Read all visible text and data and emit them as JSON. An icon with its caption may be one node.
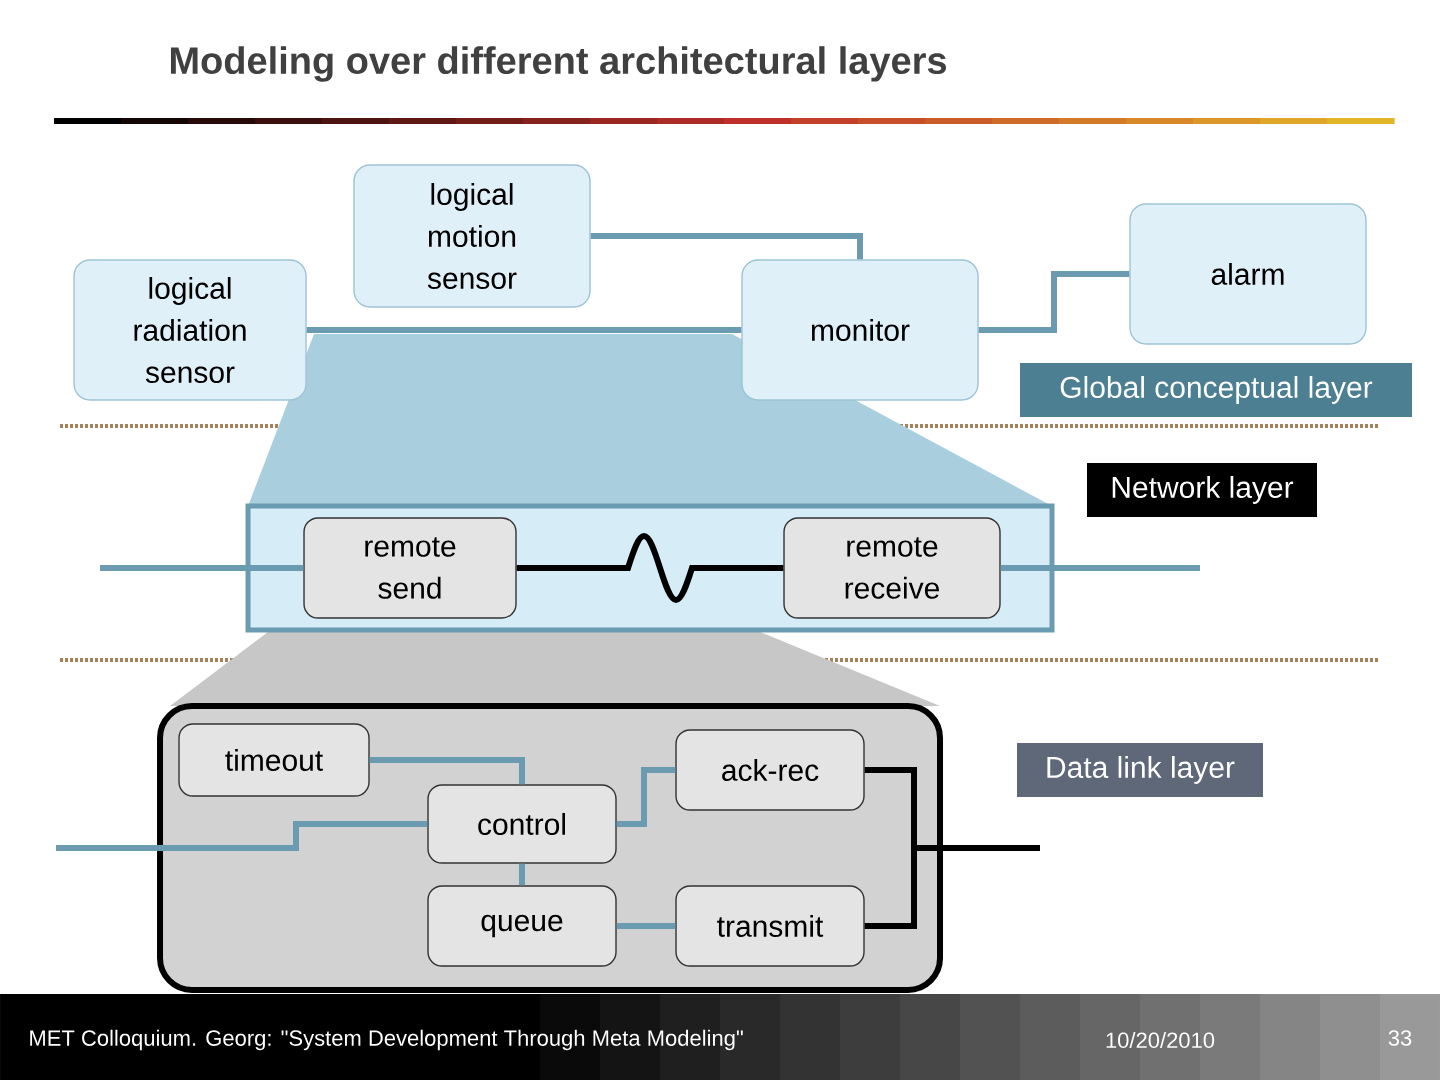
{
  "diagram": {
    "title": "Modeling over different architectural layers",
    "nodes": [
      {
        "text": [
          "logical radiation sensor"
        ]
      },
      {
        "text": [
          "logical motion sensor"
        ]
      },
      {
        "text": [
          "monitor"
        ]
      },
      {
        "text": [
          "alarm"
        ]
      },
      {
        "text": [],
        "shape": "box"
      },
      {
        "text": [
          "remote send"
        ],
        "in": 4
      },
      {
        "text": [
          "remote receive"
        ],
        "in": 4
      },
      {
        "text": [],
        "shape": "box"
      },
      {
        "text": [
          "timeout"
        ],
        "in": 7
      },
      {
        "text": [
          "ack-rec"
        ],
        "in": 7
      },
      {
        "text": [
          "control"
        ],
        "in": 7
      },
      {
        "text": [
          "queue"
        ],
        "in": 7
      },
      {
        "text": [
          "transmit"
        ],
        "in": 7
      }
    ],
    "edges": [
      {
        "from": 0,
        "to": 2,
        "arrow": "none"
      },
      {
        "from": 1,
        "to": 2,
        "arrow": "none"
      },
      {
        "from": 2,
        "to": 3,
        "arrow": "none"
      },
      {
        "from": null,
        "to": 5,
        "arrow": "none"
      },
      {
        "from": 5,
        "to": 6,
        "arrow": "none",
        "color": "#000000"
      },
      {
        "from": 6,
        "to": null,
        "arrow": "none"
      },
      {
        "from": null,
        "to": 10,
        "arrow": "none"
      },
      {
        "from": 8,
        "to": 10,
        "arrow": "none"
      },
      {
        "from": 10,
        "to": 9,
        "arrow": "none"
      },
      {
        "from": 10,
        "to": 11,
        "arrow": "none"
      },
      {
        "from": 11,
        "to": 12,
        "arrow": "none"
      },
      {
        "from": 9,
        "to": null,
        "arrow": "none",
        "color": "#000000"
      },
      {
        "from": 12,
        "to": null,
        "arrow": "none",
        "color": "#000000"
      }
    ],
    "labels": [
      "Global conceptual layer",
      "Network layer",
      "Data link layer",
      "MET Colloquium. Georg: \"System Development Through Meta Modeling\"",
      "10/20/2010",
      "33"
    ]
  }
}
